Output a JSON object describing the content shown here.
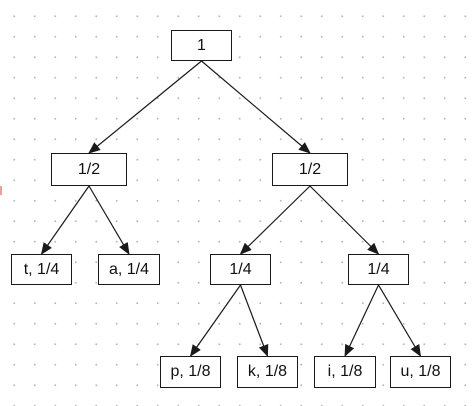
{
  "diagram": {
    "type": "tree",
    "nodes": [
      {
        "id": "root",
        "label": "1"
      },
      {
        "id": "left-half",
        "label": "1/2"
      },
      {
        "id": "right-half",
        "label": "1/2"
      },
      {
        "id": "leaf-t",
        "label": "t, 1/4"
      },
      {
        "id": "leaf-a",
        "label": "a, 1/4"
      },
      {
        "id": "left-quarter",
        "label": "1/4"
      },
      {
        "id": "right-quarter",
        "label": "1/4"
      },
      {
        "id": "leaf-p",
        "label": "p, 1/8"
      },
      {
        "id": "leaf-k",
        "label": "k, 1/8"
      },
      {
        "id": "leaf-i",
        "label": "i, 1/8"
      },
      {
        "id": "leaf-u",
        "label": "u, 1/8"
      }
    ],
    "edges": [
      {
        "from": "root",
        "to": "left-half"
      },
      {
        "from": "root",
        "to": "right-half"
      },
      {
        "from": "left-half",
        "to": "leaf-t"
      },
      {
        "from": "left-half",
        "to": "leaf-a"
      },
      {
        "from": "right-half",
        "to": "left-quarter"
      },
      {
        "from": "right-half",
        "to": "right-quarter"
      },
      {
        "from": "left-quarter",
        "to": "leaf-p"
      },
      {
        "from": "left-quarter",
        "to": "leaf-k"
      },
      {
        "from": "right-quarter",
        "to": "leaf-i"
      },
      {
        "from": "right-quarter",
        "to": "leaf-u"
      }
    ],
    "colors": {
      "stroke": "#1a1a1a",
      "node_fill": "#ffffff",
      "background": "#ffffff",
      "grid_dot": "#b8b8b8"
    }
  }
}
